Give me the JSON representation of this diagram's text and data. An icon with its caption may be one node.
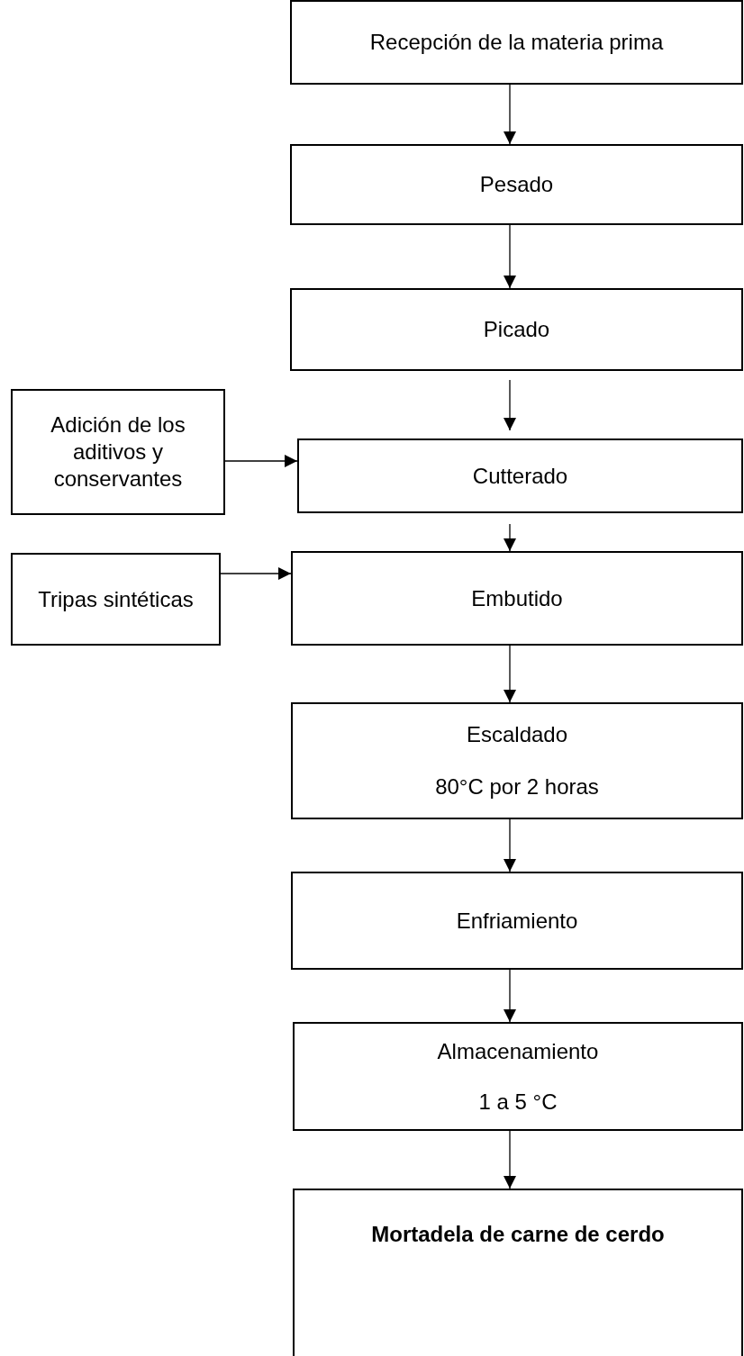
{
  "diagram": {
    "nodes": [
      {
        "text": [
          "Recepción de la materia prima"
        ]
      },
      {
        "text": [
          "Pesado"
        ]
      },
      {
        "text": [
          "Picado"
        ]
      },
      {
        "text": [
          "Cutterado"
        ]
      },
      {
        "text": [
          "Adición de los aditivos y conservantes"
        ]
      },
      {
        "text": [
          "Tripas sintéticas"
        ]
      },
      {
        "text": [
          "Embutido"
        ]
      },
      {
        "text": [
          "Escaldado",
          "80°C por 2 horas"
        ]
      },
      {
        "text": [
          "Enfriamiento"
        ]
      },
      {
        "text": [
          "Almacenamiento",
          "1 a 5 °C"
        ]
      },
      {
        "text": [
          "Mortadela de carne de cerdo"
        ]
      }
    ],
    "edges": [
      {
        "from": 0,
        "to": 1,
        "arrow": "to"
      },
      {
        "from": 1,
        "to": 2,
        "arrow": "to"
      },
      {
        "from": 2,
        "to": 3,
        "arrow": "to"
      },
      {
        "from": 4,
        "to": 3,
        "arrow": "to"
      },
      {
        "from": 3,
        "to": 6,
        "arrow": "to"
      },
      {
        "from": 5,
        "to": 6,
        "arrow": "to"
      },
      {
        "from": 6,
        "to": 7,
        "arrow": "to"
      },
      {
        "from": 7,
        "to": 8,
        "arrow": "to"
      },
      {
        "from": 8,
        "to": 9,
        "arrow": "to"
      },
      {
        "from": 9,
        "to": 10,
        "arrow": "to"
      }
    ]
  }
}
